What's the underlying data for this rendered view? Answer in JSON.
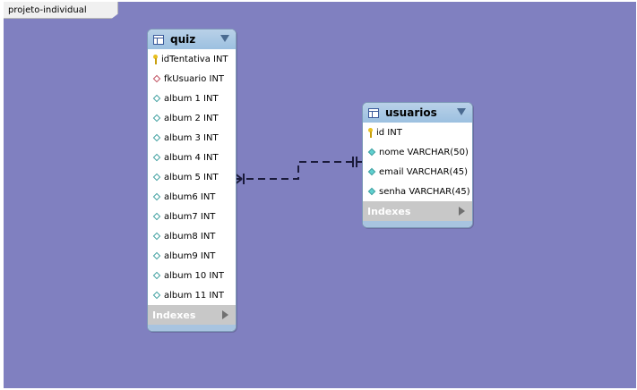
{
  "tab": {
    "label": "projeto-individual"
  },
  "colors": {
    "canvas": "#8080c0",
    "header": "#9cc0e0"
  },
  "quiz": {
    "name": "quiz",
    "columns": [
      {
        "label": "idTentativa INT",
        "kind": "pk"
      },
      {
        "label": "fkUsuario INT",
        "kind": "fk"
      },
      {
        "label": "album 1 INT",
        "kind": "col"
      },
      {
        "label": "album 2 INT",
        "kind": "col"
      },
      {
        "label": "album 3 INT",
        "kind": "col"
      },
      {
        "label": "album 4 INT",
        "kind": "col"
      },
      {
        "label": "album 5 INT",
        "kind": "col"
      },
      {
        "label": "album6 INT",
        "kind": "col"
      },
      {
        "label": "album7 INT",
        "kind": "col"
      },
      {
        "label": "album8 INT",
        "kind": "col"
      },
      {
        "label": "album9 INT",
        "kind": "col"
      },
      {
        "label": "album 10 INT",
        "kind": "col"
      },
      {
        "label": "album 11 INT",
        "kind": "col"
      }
    ],
    "indexes_label": "Indexes"
  },
  "usuarios": {
    "name": "usuarios",
    "columns": [
      {
        "label": "id INT",
        "kind": "pk"
      },
      {
        "label": "nome VARCHAR(50)",
        "kind": "filled"
      },
      {
        "label": "email VARCHAR(45)",
        "kind": "filled"
      },
      {
        "label": "senha VARCHAR(45)",
        "kind": "filled"
      }
    ],
    "indexes_label": "Indexes"
  }
}
